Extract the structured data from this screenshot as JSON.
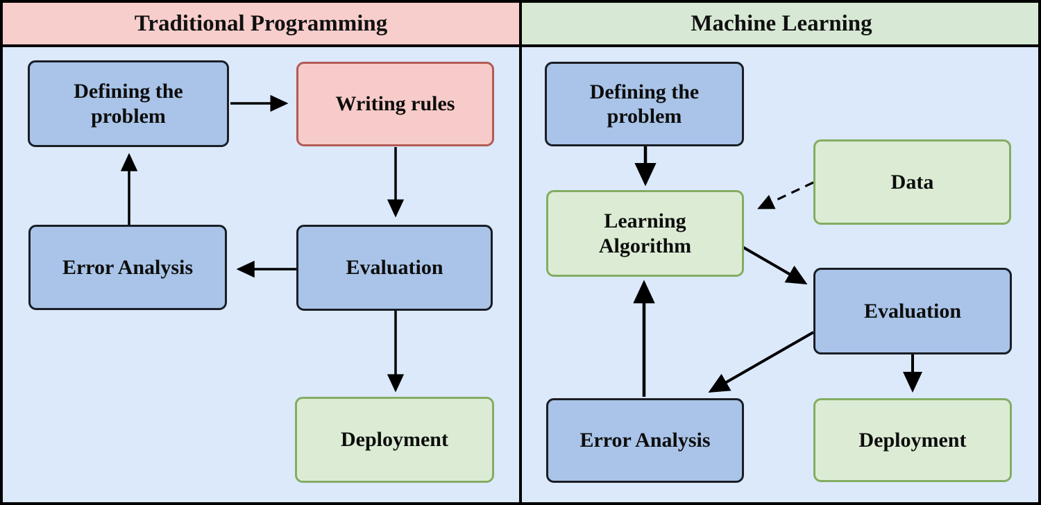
{
  "header": {
    "left": "Traditional Programming",
    "right": "Machine Learning"
  },
  "colors": {
    "background": "#dbe9fb",
    "header_left_fill": "#f8cecc",
    "header_right_fill": "#d7e9d4",
    "blue_node_fill": "#a9c4e8",
    "pink_node_fill": "#f7cbc9",
    "pink_node_border": "#b35a56",
    "green_node_fill": "#dcecd4",
    "green_node_border": "#84ac62",
    "line_color": "#000000"
  },
  "traditional": {
    "defining": "Defining the problem",
    "writing_rules": "Writing rules",
    "error_analysis": "Error Analysis",
    "evaluation": "Evaluation",
    "deployment": "Deployment"
  },
  "machine_learning": {
    "defining": "Defining the problem",
    "data": "Data",
    "learning_algorithm": "Learning Algorithm",
    "evaluation": "Evaluation",
    "error_analysis": "Error Analysis",
    "deployment": "Deployment"
  },
  "edges": {
    "traditional_flow": [
      "Defining the problem -> Writing rules (solid)",
      "Writing rules -> Evaluation (solid)",
      "Evaluation -> Error Analysis (solid)",
      "Error Analysis -> Defining the problem (solid)",
      "Evaluation -> Deployment (solid)"
    ],
    "machine_learning_flow": [
      "Defining the problem -> Learning Algorithm (solid)",
      "Data -> Learning Algorithm (dashed)",
      "Learning Algorithm -> Evaluation (solid)",
      "Evaluation -> Error Analysis (solid)",
      "Error Analysis -> Learning Algorithm (solid)",
      "Evaluation -> Deployment (solid)"
    ]
  }
}
